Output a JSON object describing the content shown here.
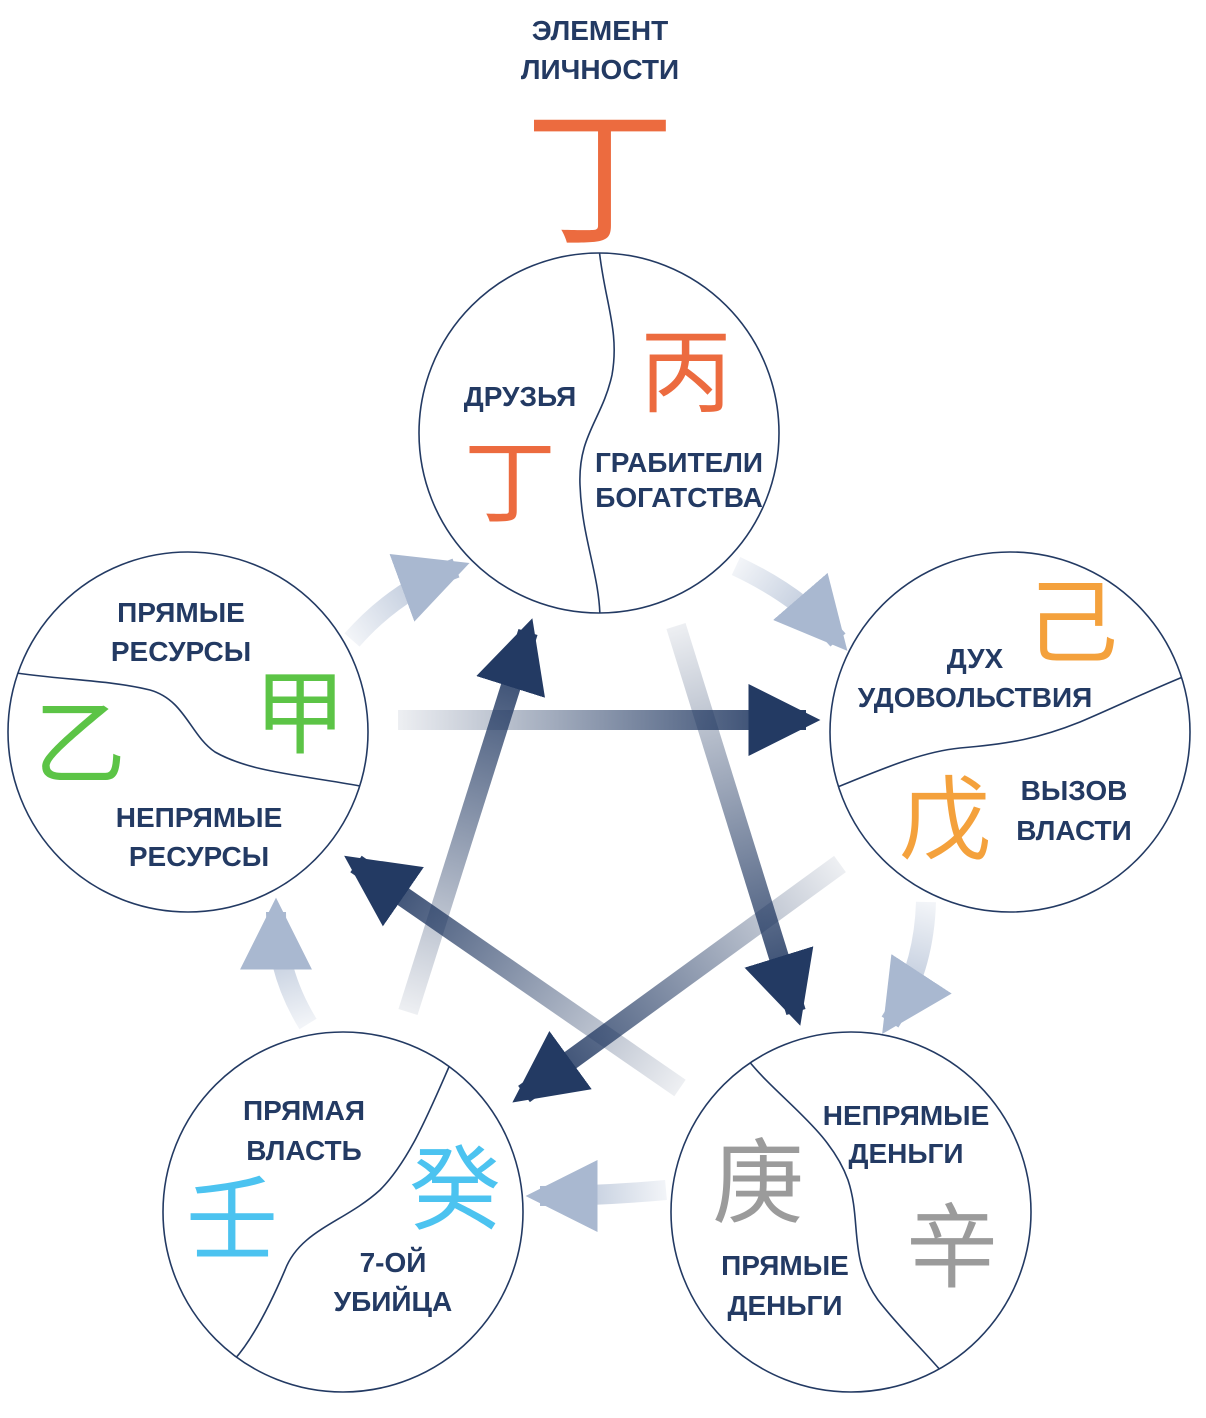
{
  "title": {
    "line1": "ЭЛЕМЕНТ",
    "line2": "ЛИЧНОСТИ",
    "glyph": "丁",
    "glyph_color": "#ec6b3f"
  },
  "colors": {
    "fire": "#ec6b3f",
    "earth": "#f4a13c",
    "metal": "#9b9b9b",
    "water": "#4cc3f0",
    "wood": "#5cc446",
    "label": "#233a63",
    "arrow_dark": "#233a63",
    "arrow_light": "#9fb0c9",
    "circle_stroke": "#233a63"
  },
  "nodes": {
    "fire": {
      "label_a": [
        "ДРУЗЬЯ"
      ],
      "glyph_a": "丁",
      "label_b": [
        "ГРАБИТЕЛИ",
        "БОГАТСТВА"
      ],
      "glyph_b": "丙"
    },
    "earth": {
      "label_a": [
        "ДУХ",
        "УДОВОЛЬСТВИЯ"
      ],
      "glyph_a": "己",
      "label_b": [
        "ВЫЗОВ",
        "ВЛАСТИ"
      ],
      "glyph_b": "戊"
    },
    "metal": {
      "label_a": [
        "НЕПРЯМЫЕ",
        "ДЕНЬГИ"
      ],
      "glyph_a": "辛",
      "label_b": [
        "ПРЯМЫЕ",
        "ДЕНЬГИ"
      ],
      "glyph_b": "庚"
    },
    "water": {
      "label_a": [
        "ПРЯМАЯ",
        "ВЛАСТЬ"
      ],
      "glyph_a": "癸",
      "label_b": [
        "7-ОЙ",
        "УБИЙЦА"
      ],
      "glyph_b": "壬"
    },
    "wood": {
      "label_a": [
        "ПРЯМЫЕ",
        "РЕСУРСЫ"
      ],
      "glyph_a": "甲",
      "label_b": [
        "НЕПРЯМЫЕ",
        "РЕСУРСЫ"
      ],
      "glyph_b": "乙"
    }
  }
}
